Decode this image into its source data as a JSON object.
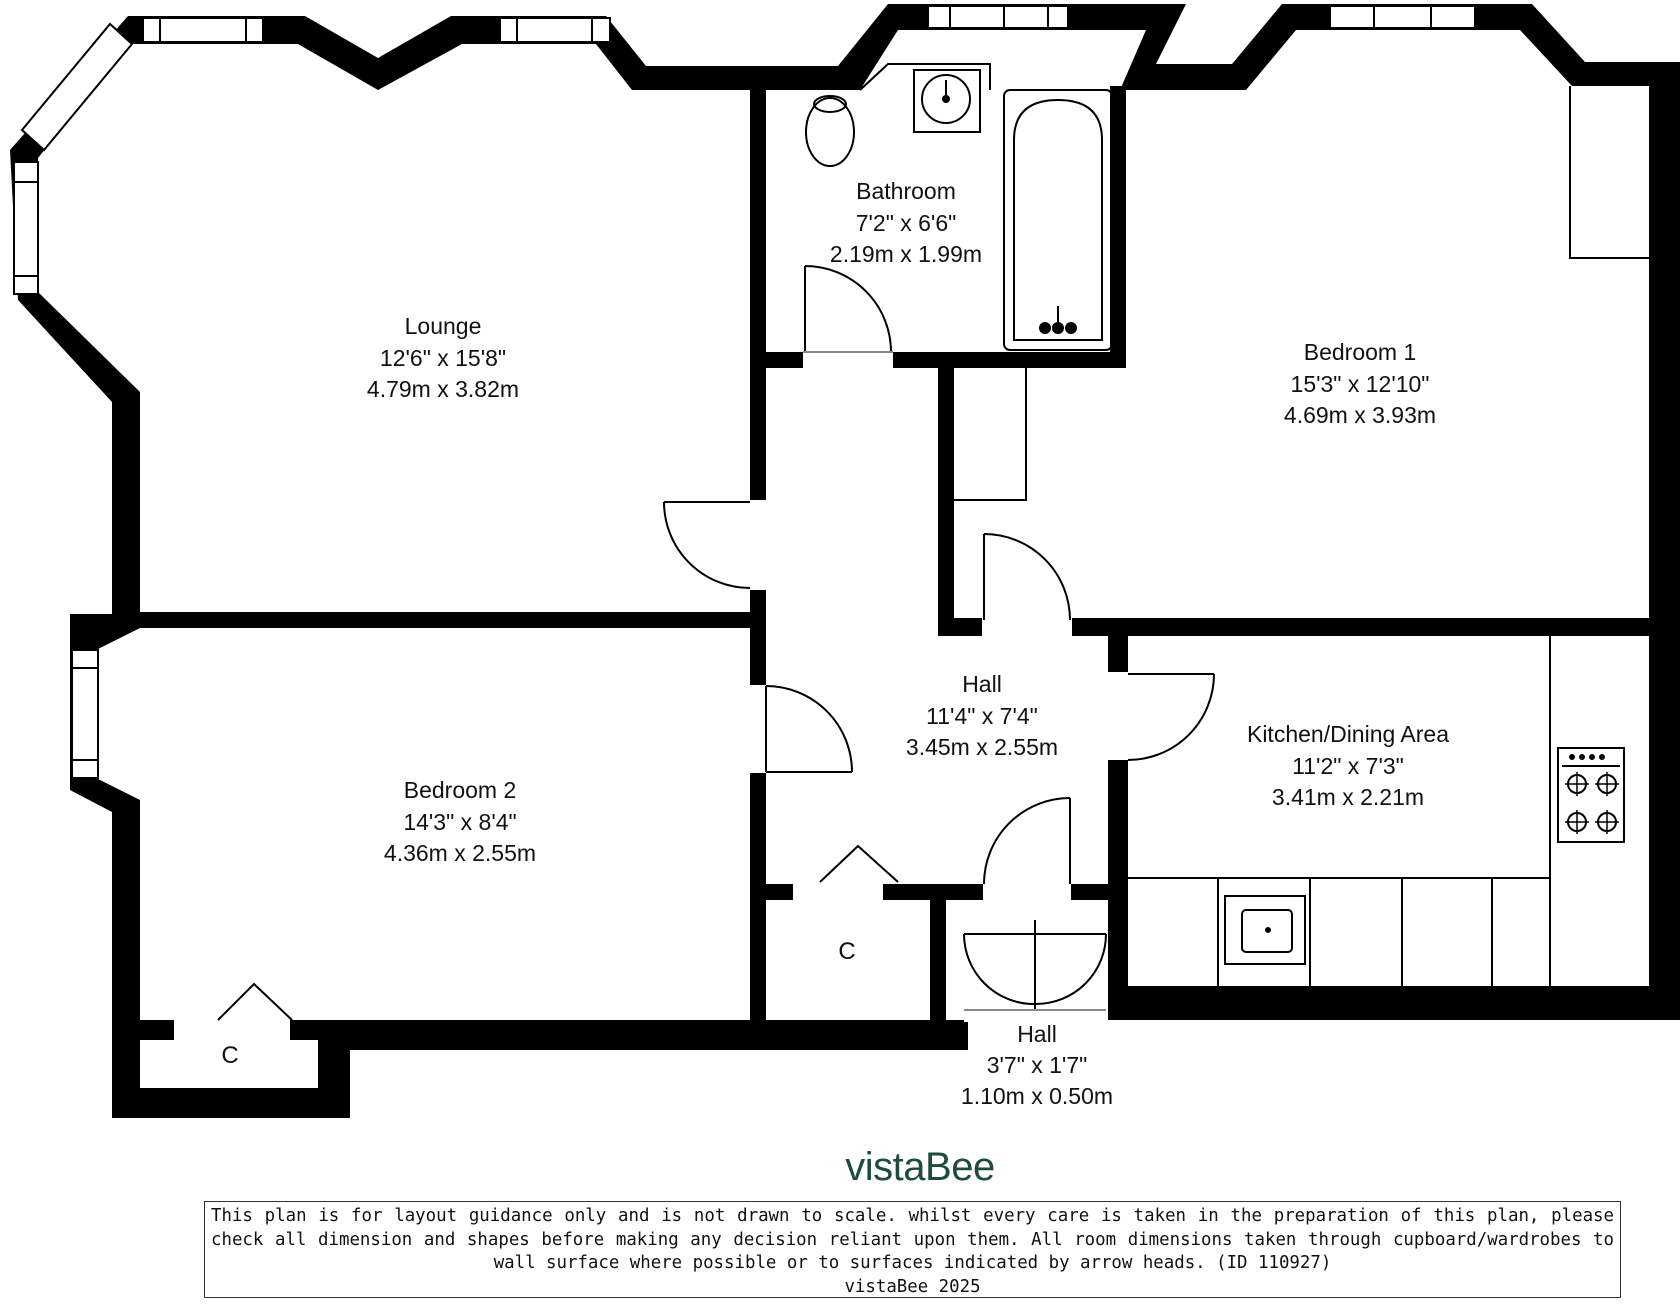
{
  "brand": "vistaBee",
  "rooms": [
    {
      "name": "Lounge",
      "imperial": "12'6\" x 15'8\"",
      "metric": "4.79m x 3.82m"
    },
    {
      "name": "Bathroom",
      "imperial": "7'2\" x 6'6\"",
      "metric": "2.19m x 1.99m"
    },
    {
      "name": "Bedroom 1",
      "imperial": "15'3\" x 12'10\"",
      "metric": "4.69m x 3.93m"
    },
    {
      "name": "Bedroom 2",
      "imperial": "14'3\" x 8'4\"",
      "metric": "4.36m x 2.55m"
    },
    {
      "name": "Hall",
      "imperial": "11'4\" x 7'4\"",
      "metric": "3.45m x 2.55m"
    },
    {
      "name": "Kitchen/Dining Area",
      "imperial": "11'2\" x 7'3\"",
      "metric": "3.41m x 2.21m"
    },
    {
      "name": "Hall",
      "imperial": "3'7\" x 1'7\"",
      "metric": "1.10m x 0.50m"
    }
  ],
  "cupboards": [
    "C",
    "C"
  ],
  "disclaimer": {
    "text": "This plan is for layout guidance only and is not drawn to scale. whilst every care is taken in the preparation of this plan, please check all dimension and shapes before making any decision reliant upon them. All room dimensions taken through cupboard/wardrobes to wall surface where possible or to surfaces indicated by arrow heads. (ID 110927)",
    "copyright": "vistaBee 2025"
  },
  "colors": {
    "wall": "#000000",
    "brand": "#1f4a3e"
  }
}
